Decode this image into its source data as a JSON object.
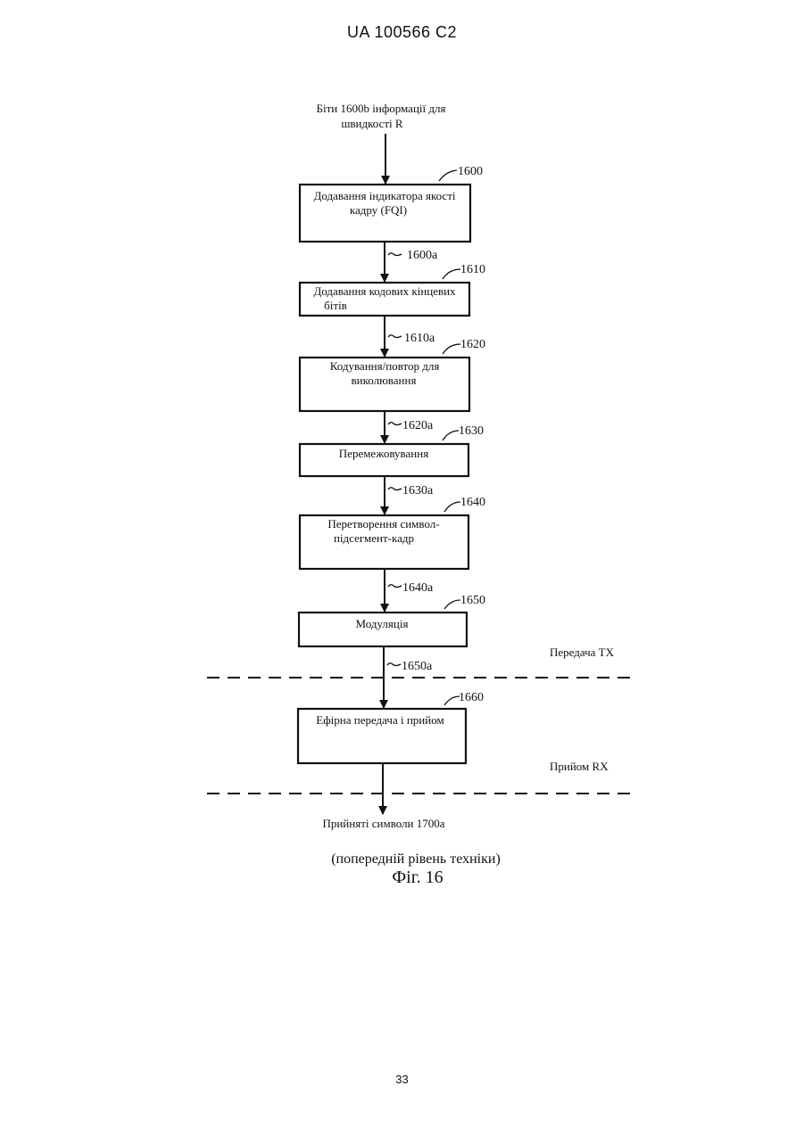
{
  "header": {
    "doc_id": "UA   100566   C2"
  },
  "page_number": "33",
  "diagram": {
    "input_label_line1": "Біти 1600b інформації для",
    "input_label_line2": "швидкості R",
    "blocks": [
      {
        "ref": "1600",
        "line1": "Додавання індикатора якості",
        "line2": "кадру (FQI)"
      },
      {
        "ref": "1610",
        "line1": "Додавання кодових кінцевих",
        "line2": "бітів"
      },
      {
        "ref": "1620",
        "line1": "Кодування/повтор для",
        "line2": "виколювання"
      },
      {
        "ref": "1630",
        "line1": "Перемежовування",
        "line2": ""
      },
      {
        "ref": "1640",
        "line1": "Перетворення символ-",
        "line2": "підсегмент-кадр"
      },
      {
        "ref": "1650",
        "line1": "Модуляція",
        "line2": ""
      },
      {
        "ref": "1660",
        "line1": "Ефірна передача і прийом",
        "line2": ""
      }
    ],
    "connectors": [
      "1600a",
      "1610a",
      "1620a",
      "1630a",
      "1640a",
      "1650a"
    ],
    "tx_label": "Передача TX",
    "rx_label": "Прийом RX",
    "output_label": "Прийняті символи 1700a"
  },
  "caption": {
    "line1": "(попередній рівень техніки)",
    "line2": "Фіг. 16"
  }
}
